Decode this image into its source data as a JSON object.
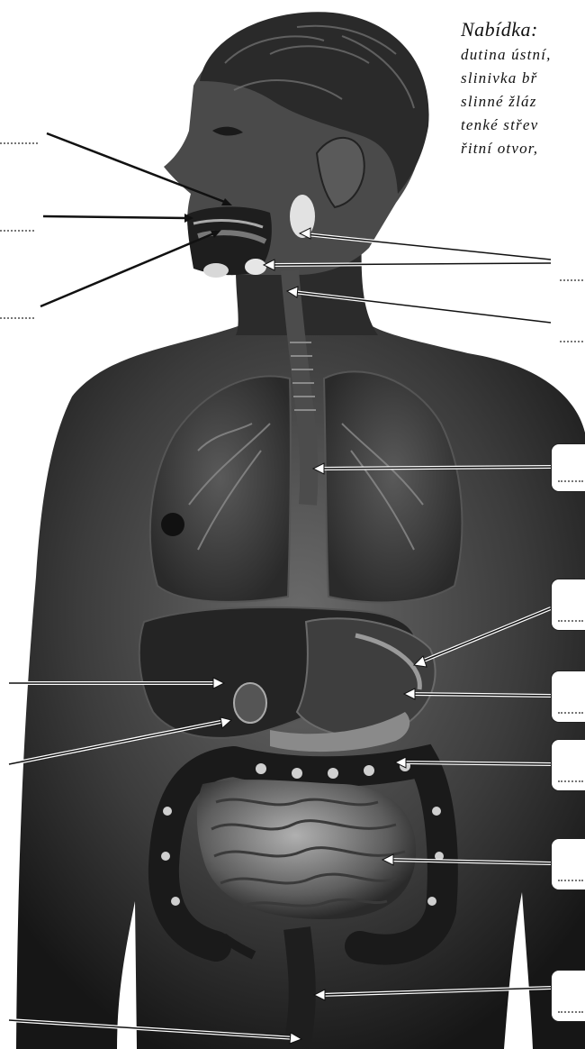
{
  "menu": {
    "title": "Nabídka:",
    "items": [
      "dutina ústní,",
      "slinivka bř",
      "slinné žláz",
      "tenké střev",
      "řitní otvor,"
    ]
  },
  "labels": {
    "box_count": 6,
    "dotted_blank_count": 11
  },
  "colors": {
    "background": "#ffffff",
    "figure_dark": "#1c1c1c",
    "skin": "#3a3a3a",
    "pointer_line": "#ffffff"
  }
}
